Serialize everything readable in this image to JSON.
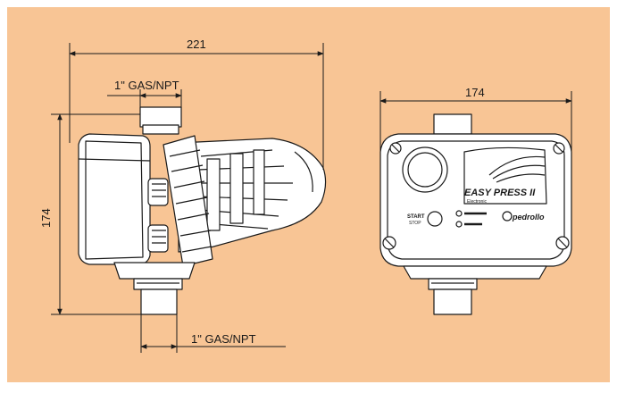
{
  "colors": {
    "background": "#f8c595",
    "line": "#1a1a1a",
    "body": "#ffffff"
  },
  "dimensions": {
    "side_width": "221",
    "side_height": "174",
    "front_width": "174",
    "inlet_thread": "1\" GAS/NPT",
    "outlet_thread": "1\" GAS/NPT"
  },
  "product": {
    "brand": "pedrollo",
    "model": "EASY PRESS II",
    "model_sub": "Electronic",
    "start_label": "START",
    "start_sub": "STOP"
  }
}
